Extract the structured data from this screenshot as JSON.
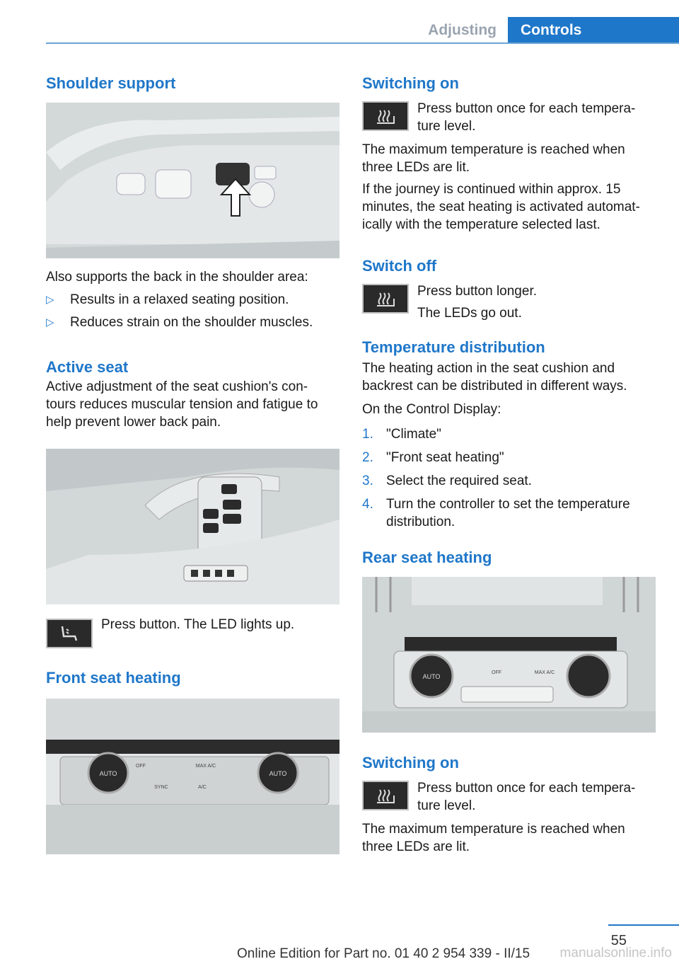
{
  "header": {
    "section_tab": "Adjusting",
    "chapter_tab": "Controls"
  },
  "left": {
    "shoulder_heading": "Shoulder support",
    "shoulder_intro": "Also supports the back in the shoulder area:",
    "shoulder_bullets": [
      "Results in a relaxed seating position.",
      "Reduces strain on the shoulder muscles."
    ],
    "active_heading": "Active seat",
    "active_text_lines": [
      "Active adjustment of the seat cushion's con‐",
      "tours reduces muscular tension and fatigue to",
      "help prevent lower back pain."
    ],
    "active_button_text": "Press button. The LED lights up.",
    "front_heading": "Front seat heating",
    "hvac_labels": [
      "AUTO",
      "OFF",
      "MAX A/C",
      "SYNC",
      "A/C",
      "AUTO"
    ]
  },
  "right": {
    "switching_on_heading": "Switching on",
    "switching_on_lines": [
      "Press button once for each tempera‐",
      "ture level."
    ],
    "max_temp_lines": [
      "The maximum temperature is reached when",
      "three LEDs are lit."
    ],
    "journey_lines": [
      "If the journey is continued within approx. 15",
      "minutes, the seat heating is activated automat‐",
      "ically with the temperature selected last."
    ],
    "switch_off_heading": "Switch off",
    "switch_off_lines": [
      "Press button longer.",
      "The LEDs go out."
    ],
    "temp_dist_heading": "Temperature distribution",
    "temp_dist_lines": [
      "The heating action in the seat cushion and",
      "backrest can be distributed in different ways."
    ],
    "on_display": "On the Control Display:",
    "steps": [
      {
        "num": "1.",
        "text": "\"Climate\""
      },
      {
        "num": "2.",
        "text": "\"Front seat heating\""
      },
      {
        "num": "3.",
        "text": "Select the required seat."
      },
      {
        "num": "4.",
        "text": "Turn the controller to set the temperature"
      },
      {
        "num": "",
        "text": "distribution."
      }
    ],
    "rear_heading": "Rear seat heating",
    "rear_labels": [
      "AUTO",
      "OFF",
      "MAX A/C"
    ],
    "switching_on_heading_2": "Switching on",
    "switching_on_lines_2": [
      "Press button once for each tempera‐",
      "ture level."
    ],
    "max_temp_lines_2": [
      "The maximum temperature is reached when",
      "three LEDs are lit."
    ]
  },
  "footer": {
    "page_number": "55",
    "edition_text": "Online Edition for Part no. 01 40 2 954 339 - II/15",
    "watermark": "manualsonline.info"
  }
}
